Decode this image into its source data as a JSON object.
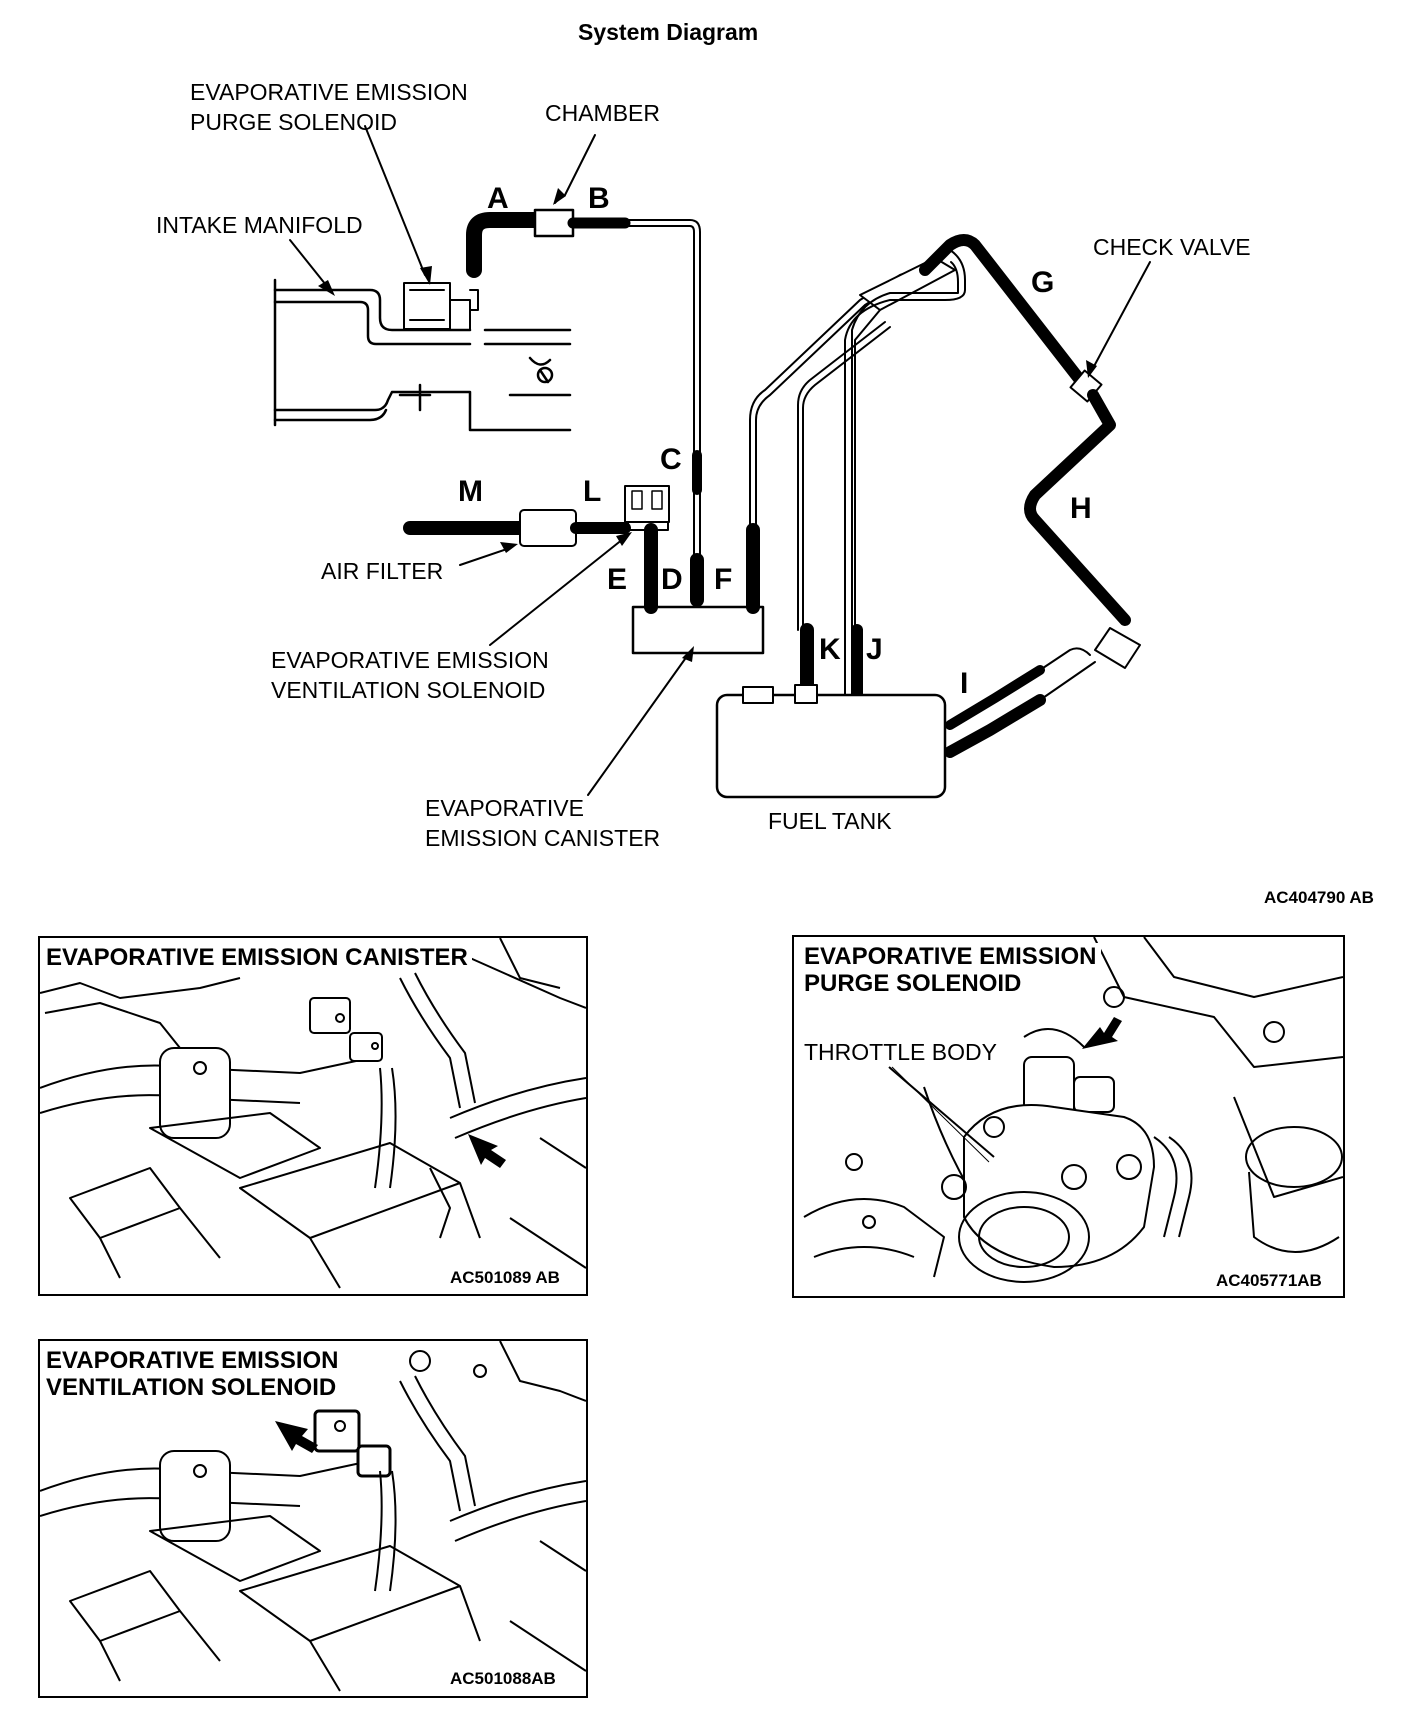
{
  "title": "System Diagram",
  "labels": {
    "purge_solenoid": "EVAPORATIVE EMISSION\nPURGE SOLENOID",
    "chamber": "CHAMBER",
    "intake_manifold": "INTAKE MANIFOLD",
    "check_valve": "CHECK VALVE",
    "air_filter": "AIR FILTER",
    "ventilation_solenoid": "EVAPORATIVE EMISSION\nVENTILATION SOLENOID",
    "canister": "EVAPORATIVE\nEMISSION CANISTER",
    "fuel_tank": "FUEL TANK"
  },
  "hose_letters": [
    "A",
    "B",
    "C",
    "D",
    "E",
    "F",
    "G",
    "H",
    "I",
    "J",
    "K",
    "L",
    "M"
  ],
  "figure_code": "AC404790 AB",
  "panels": [
    {
      "title": "EVAPORATIVE EMISSION CANISTER",
      "code": "AC501089 AB"
    },
    {
      "title": "EVAPORATIVE EMISSION\nPURGE SOLENOID",
      "code": "AC405771AB",
      "callout": "THROTTLE BODY"
    },
    {
      "title": "EVAPORATIVE EMISSION\nVENTILATION SOLENOID",
      "code": "AC501088AB"
    }
  ]
}
